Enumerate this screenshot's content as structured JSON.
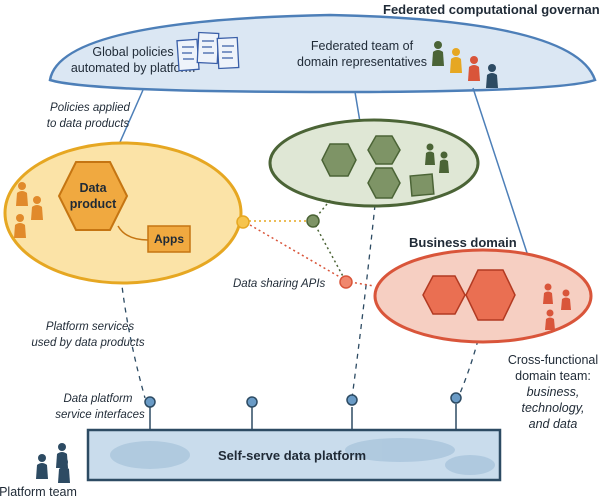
{
  "governance": {
    "title": "Federated computational governance",
    "policies_line1": "Global policies",
    "policies_line2": "automated by platform",
    "team_line1": "Federated team of",
    "team_line2": "domain representatives"
  },
  "domain_left": {
    "policies_applied_line1": "Policies applied",
    "policies_applied_line2": "to data products",
    "product_line1": "Data",
    "product_line2": "product",
    "apps": "Apps"
  },
  "domain_right": {
    "title": "Business domain",
    "team_line1": "Cross-functional",
    "team_line2": "domain team:",
    "team_line3": "business,",
    "team_line4": "technology,",
    "team_line5": "and data"
  },
  "connections": {
    "sharing_apis": "Data sharing APIs",
    "services_line1": "Platform services",
    "services_line2": "used by data products",
    "interfaces_line1": "Data platform",
    "interfaces_line2": "service interfaces"
  },
  "platform": {
    "title": "Self-serve data platform",
    "team": "Platform team"
  },
  "colors": {
    "governance_fill": "#dbe7f3",
    "governance_stroke": "#4d7fb8",
    "domain_yellow_fill": "#fbe3a7",
    "domain_yellow_stroke": "#e6a722",
    "domain_green_fill": "#dfe7d5",
    "domain_green_stroke": "#4b6436",
    "domain_red_fill": "#f6cfc2",
    "domain_red_stroke": "#d9553a",
    "platform_fill": "#c9dcec",
    "platform_stroke": "#2d4b63"
  }
}
